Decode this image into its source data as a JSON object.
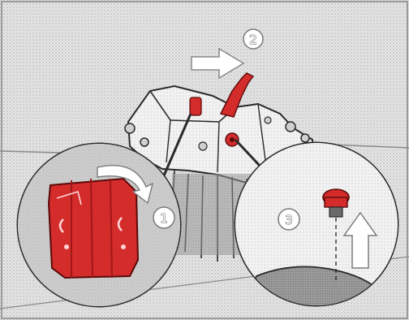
{
  "figure": {
    "callouts": [
      {
        "id": "1",
        "label": "1"
      },
      {
        "id": "2",
        "label": "2"
      },
      {
        "id": "3",
        "label": "3"
      }
    ]
  },
  "colors": {
    "frame_background": "#dcdcdc",
    "part_red": "#d42b2b",
    "outline_dark": "#2a2a2a",
    "arrow_fill": "#ffffff",
    "cover_gray": "#a9a9a9"
  },
  "icons": {
    "callout_1": "lever-handle-icon",
    "callout_2": "filler-cap-icon",
    "callout_3": "drain-plug-icon"
  }
}
